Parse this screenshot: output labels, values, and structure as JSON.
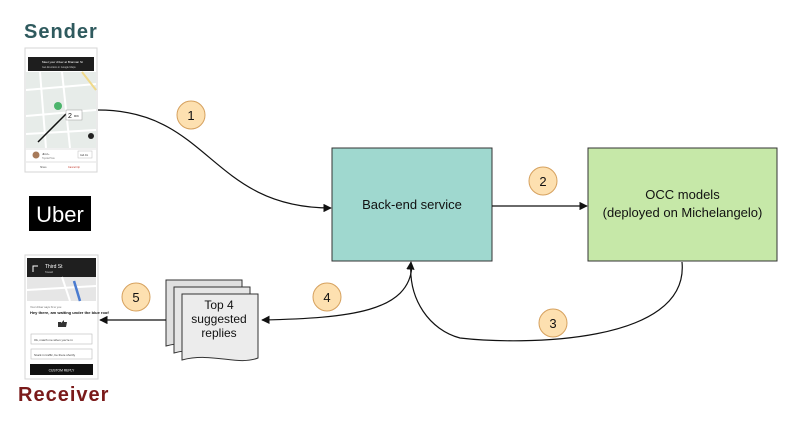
{
  "sender": {
    "title": "Sender",
    "title_color": "#2f5a5e",
    "phone": {
      "banner_line1": "Meet your driver at Brannan St",
      "banner_line2": "Get directions in Google Maps",
      "eta_number": "2",
      "eta_unit": "MIN",
      "driver_label": "Jim L.",
      "driver_sub": "Toyota Prius",
      "action_label": "Call Jim",
      "footer_left": "Share",
      "footer_right": "Cancel trip"
    }
  },
  "brand": {
    "logo_text": "Uber"
  },
  "receiver": {
    "title": "Receiver",
    "title_color": "#7a1a1a",
    "phone": {
      "nav_street": "Third St",
      "nav_sub": "Toward",
      "msg_header": "Your driver says hi to you",
      "msg_text": "Hey there, am waiting under the blue roof",
      "suggestion_1": "Ok, match me when you're in",
      "suggestion_2": "Stuck in traffic, be there shortly",
      "send_button": "CUSTOM REPLY"
    }
  },
  "nodes": {
    "backend": {
      "label": "Back-end service",
      "fill": "#9fd8cf"
    },
    "occ": {
      "line1": "OCC models",
      "line2": "(deployed on Michelangelo)",
      "fill": "#c6e8a8"
    },
    "replies": {
      "line1": "Top 4",
      "line2": "suggested",
      "line3": "replies"
    }
  },
  "steps": [
    "1",
    "2",
    "3",
    "4",
    "5"
  ],
  "colors": {
    "step_fill": "#fde0b0",
    "step_stroke": "#d6a15e",
    "edge": "#111111"
  }
}
